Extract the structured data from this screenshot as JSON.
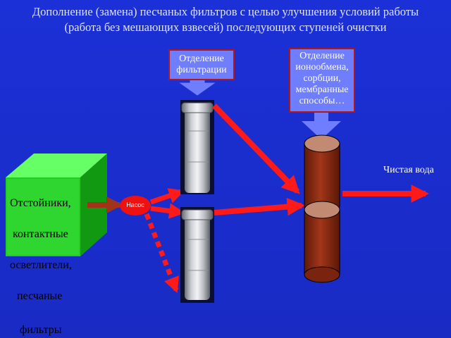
{
  "title": {
    "line1": "Дополнение (замена) песчаных фильтров с целью улучшения условий работы",
    "line2": "(работа без мешающих взвесей) последующих ступеней очистки"
  },
  "callout_filtration": {
    "line1": "Отделение",
    "line2": "фильтрации"
  },
  "callout_ion": {
    "line1": "Отделение",
    "line2": "ионообмена,",
    "line3": "сорбции,",
    "line4": "мембранные",
    "line5": "способы…"
  },
  "green_box": {
    "line1": "Отстойники,",
    "line2": "контактные",
    "line3": "осветлители,",
    "line4": "песчаные",
    "line5": "фильтры"
  },
  "pump": {
    "label": "Насос"
  },
  "clean_water": {
    "label": "Чистая вода"
  },
  "colors": {
    "background": "#1a2fd0",
    "arrow": "#ff1a1a",
    "green_box": "#22cc22",
    "callout": "#6f7dff",
    "column": "#8b2a10"
  }
}
